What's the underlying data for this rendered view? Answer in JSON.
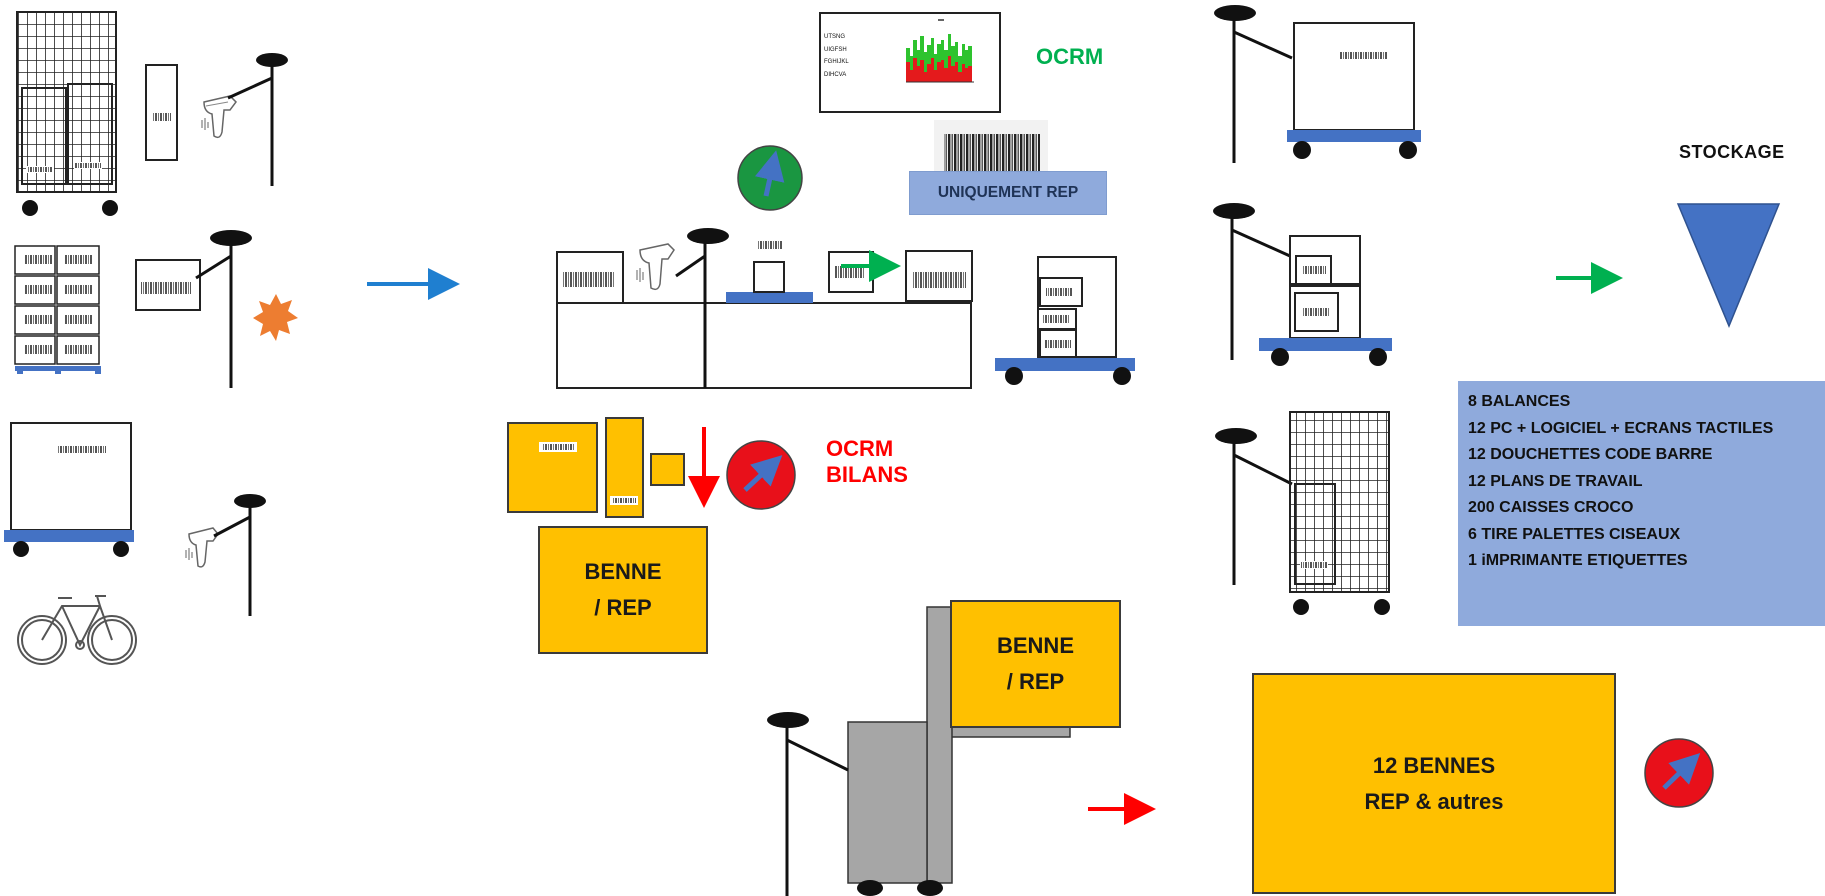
{
  "labels": {
    "ocrm_green": "OCRM",
    "ocrm_red_line1": "OCRM",
    "ocrm_red_line2": "BILANS",
    "stockage": "STOCKAGE",
    "uniquement_rep": "UNIQUEMENT REP"
  },
  "benne_small": [
    "BENNE",
    "/ REP"
  ],
  "benne_lift": [
    "BENNE",
    "/ REP"
  ],
  "bennes_12": [
    "12 BENNES",
    "REP & autres"
  ],
  "equipment": [
    "8 BALANCES",
    "12 PC + LOGICIEL + ECRANS TACTILES",
    "12 DOUCHETTES CODE BARRE",
    "12 PLANS DE TRAVAIL",
    "200 CAISSES CROCO",
    "6 TIRE PALETTES CISEAUX",
    "1 iMPRIMANTE ETIQUETTES"
  ],
  "monitor_labels": [
    "UTSNG",
    "UIGFSH",
    "FGHIJKL",
    "DIHCVA"
  ],
  "colors": {
    "yellow": "#ffc000",
    "blue_box": "#8faadc",
    "pallet_blue": "#4472c4",
    "arrow_blue": "#1f7fd0",
    "arrow_green": "#00b050",
    "arrow_red": "#ff0000",
    "gauge_green": "#1a9641",
    "gauge_red": "#e8101a",
    "star_orange": "#ed7d31",
    "triangle_blue": "#4472c4",
    "lift_grey": "#a6a6a6"
  },
  "icons": [
    "hand-scanner-icon",
    "bicycle-icon",
    "barcode-icon",
    "gauge-icon",
    "star-burst-icon",
    "stockage-triangle-icon"
  ]
}
